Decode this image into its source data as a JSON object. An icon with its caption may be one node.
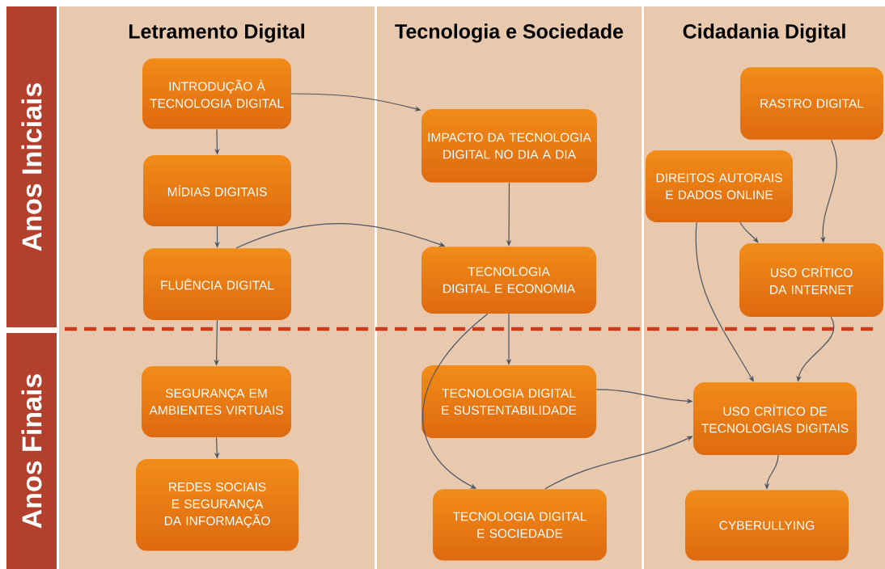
{
  "diagram": {
    "nodes": [
      {
        "text": [
          "Anos Iniciais"
        ]
      },
      {
        "text": [
          "Anos Finais"
        ]
      },
      {
        "text": [
          "Letramento Digital"
        ]
      },
      {
        "text": [
          "Tecnologia e Sociedade"
        ]
      },
      {
        "text": [
          "Cidadania Digital"
        ]
      },
      {
        "text": [
          "INTRODUÇÃO À TECNOLOGIA DIGITAL"
        ],
        "in": 2
      },
      {
        "text": [
          "MÍDIAS DIGITAIS"
        ],
        "in": 2
      },
      {
        "text": [
          "FLUÊNCIA DIGITAL"
        ],
        "in": 2
      },
      {
        "text": [
          "SEGURANÇA EM AMBIENTES VIRTUAIS"
        ],
        "in": 2
      },
      {
        "text": [
          "REDES SOCIAIS E SEGURANÇA DA INFORMAÇÃO"
        ],
        "in": 2
      },
      {
        "text": [
          "IMPACTO DA TECNOLOGIA DIGITAL NO DIA A DIA"
        ],
        "in": 3
      },
      {
        "text": [
          "TECNOLOGIA DIGITAL E ECONOMIA"
        ],
        "in": 3
      },
      {
        "text": [
          "TECNOLOGIA DIGITAL E SUSTENTABILIDADE"
        ],
        "in": 3
      },
      {
        "text": [
          "TECNOLOGIA DIGITAL E SOCIEDADE"
        ],
        "in": 3
      },
      {
        "text": [
          "RASTRO DIGITAL"
        ],
        "in": 4
      },
      {
        "text": [
          "DIREITOS AUTORAIS E DADOS ONLINE"
        ],
        "in": 4
      },
      {
        "text": [
          "USO CRÍTICO DA INTERNET"
        ],
        "in": 4
      },
      {
        "text": [
          "USO CRÍTICO DE TECNOLOGIAS DIGITAIS"
        ],
        "in": 4
      },
      {
        "text": [
          "CYBERULLYING"
        ],
        "in": 4
      }
    ],
    "edges": [
      {
        "from": 5,
        "to": 6,
        "arrow": "to"
      },
      {
        "from": 6,
        "to": 7,
        "arrow": "to"
      },
      {
        "from": 7,
        "to": 8,
        "arrow": "to"
      },
      {
        "from": 8,
        "to": 9,
        "arrow": "to"
      },
      {
        "from": 5,
        "to": 10,
        "arrow": "to"
      },
      {
        "from": 7,
        "to": 11,
        "arrow": "to"
      },
      {
        "from": 10,
        "to": 11,
        "arrow": "to"
      },
      {
        "from": 11,
        "to": 12,
        "arrow": "to"
      },
      {
        "from": 11,
        "to": 13,
        "arrow": "to"
      },
      {
        "from": 12,
        "to": 17,
        "arrow": "to"
      },
      {
        "from": 13,
        "to": 17,
        "arrow": "to"
      },
      {
        "from": 14,
        "to": 16,
        "arrow": "to"
      },
      {
        "from": 15,
        "to": 16,
        "arrow": "to"
      },
      {
        "from": 15,
        "to": 17,
        "arrow": "to"
      },
      {
        "from": 16,
        "to": 17,
        "arrow": "to"
      },
      {
        "from": 17,
        "to": 18,
        "arrow": "to"
      }
    ]
  }
}
